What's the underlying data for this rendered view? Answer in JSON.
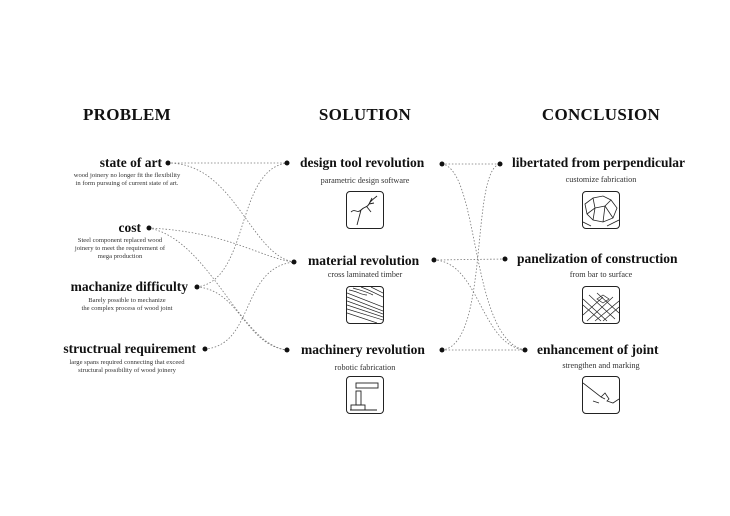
{
  "headings": {
    "problem": "PROBLEM",
    "solution": "SOLUTION",
    "conclusion": "CONCLUSION"
  },
  "problems": [
    {
      "title": "state of art",
      "desc": [
        "wood joinery no longer fit the flexibility",
        "in form pursuing of current  state of art."
      ]
    },
    {
      "title": "cost",
      "desc": [
        "Steel component replaced wood",
        "joinery to meet the requirement of",
        "mega production"
      ]
    },
    {
      "title": "machanize difficulty",
      "desc": [
        "Barely possible to mechanize",
        "the complex process of wood joint"
      ]
    },
    {
      "title": "structrual requirement",
      "desc": [
        "large spans required connecting that exceed",
        "structural possibility of wood joinery"
      ]
    }
  ],
  "solutions": [
    {
      "title": "design tool revolution",
      "desc": "parametric design software",
      "icon": "parametric-curve-icon"
    },
    {
      "title": "material revolution",
      "desc": "cross laminated timber",
      "icon": "timber-layers-icon"
    },
    {
      "title": "machinery revolution",
      "desc": "robotic fabrication",
      "icon": "robot-arm-icon"
    }
  ],
  "conclusions": [
    {
      "title": "libertated from perpendicular",
      "desc": "customize fabrication",
      "icon": "voronoi-pattern-icon"
    },
    {
      "title": "panelization of construction",
      "desc": "from bar to surface",
      "icon": "panel-grid-icon"
    },
    {
      "title": "enhancement of joint",
      "desc": "strengthen and marking",
      "icon": "joint-marking-icon"
    }
  ]
}
